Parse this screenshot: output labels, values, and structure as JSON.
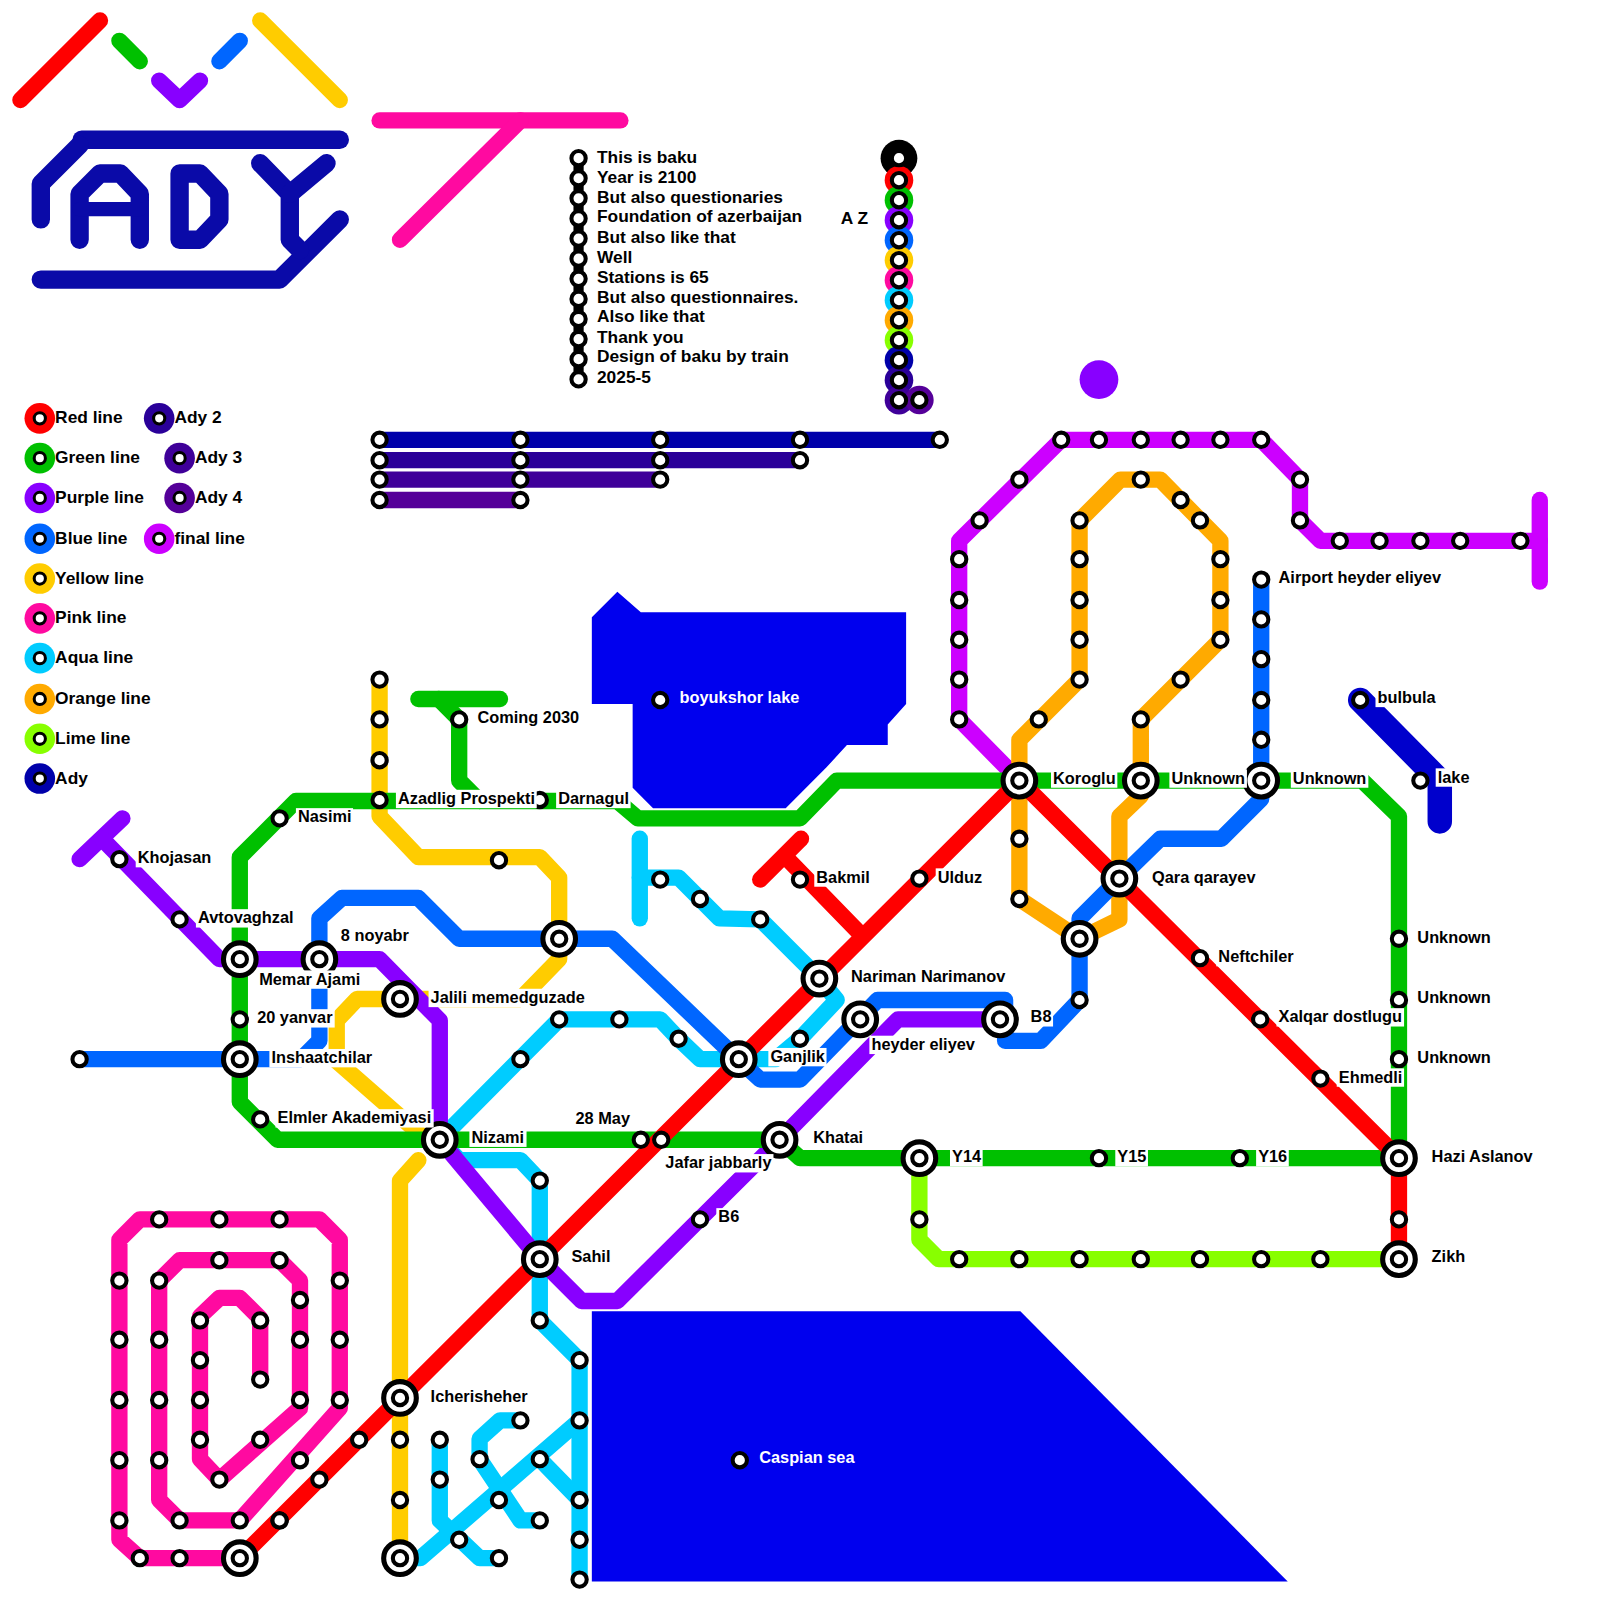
{
  "diagram": {
    "labels": [
      "This is baku",
      "Year is 2100",
      "But also questionaries",
      "Foundation of azerbaijan",
      "But also like that",
      "Well",
      "Stations is 65",
      "But also questionnaires.",
      "Also like that",
      "Thank you",
      "Design of baku by train",
      "2025-5",
      "A Z",
      "Khojasan",
      "Avtovaghzal",
      "Memar Ajami",
      "8 noyabr",
      "20 yanvar",
      "Inshaatchilar",
      "Elmler Akademiyasi",
      "Nasimi",
      "Azadlig Prospekti",
      "Darnagul",
      "Coming 2030",
      "Jalili memedguzade",
      "Nizami",
      "28 May",
      "Jafar jabbarly",
      "Bakmil",
      "Ulduz",
      "Nariman Narimanov",
      "heyder eliyev",
      "B8",
      "Ganjlik",
      "Khatai",
      "B6",
      "Sahil",
      "Icherisheher",
      "Caspian sea",
      "boyukshor lake",
      "Koroglu",
      "Unknown",
      "Unknown",
      "Qara qarayev",
      "Neftchiler",
      "Xalqar dostlugu",
      "Ehmedli",
      "Unknown",
      "Unknown",
      "Unknown",
      "Hazi Aslanov",
      "Zikh",
      "Y14",
      "Y15",
      "Y16",
      "Airport heyder eliyev",
      "bulbula",
      "lake"
    ],
    "legend": [
      {
        "text": "Red line",
        "color": "#ff0000"
      },
      {
        "text": "Ady 2",
        "color": "#2a0099"
      },
      {
        "text": "Green line",
        "color": "#00c000"
      },
      {
        "text": "Ady 3",
        "color": "#3f0099"
      },
      {
        "text": "Purple line",
        "color": "#8800ff"
      },
      {
        "text": "Ady 4",
        "color": "#550099"
      },
      {
        "text": "Blue line",
        "color": "#0066ff"
      },
      {
        "text": "final line",
        "color": "#cc00ff"
      },
      {
        "text": "Yellow line",
        "color": "#ffcc00"
      },
      {
        "text": "Pink line",
        "color": "#ff0aa0"
      },
      {
        "text": "Aqua line",
        "color": "#00ccff"
      },
      {
        "text": "Orange line",
        "color": "#ffaa00"
      },
      {
        "text": "Lime line",
        "color": "#88ff00"
      },
      {
        "text": "Ady",
        "color": "#0000aa"
      }
    ]
  }
}
